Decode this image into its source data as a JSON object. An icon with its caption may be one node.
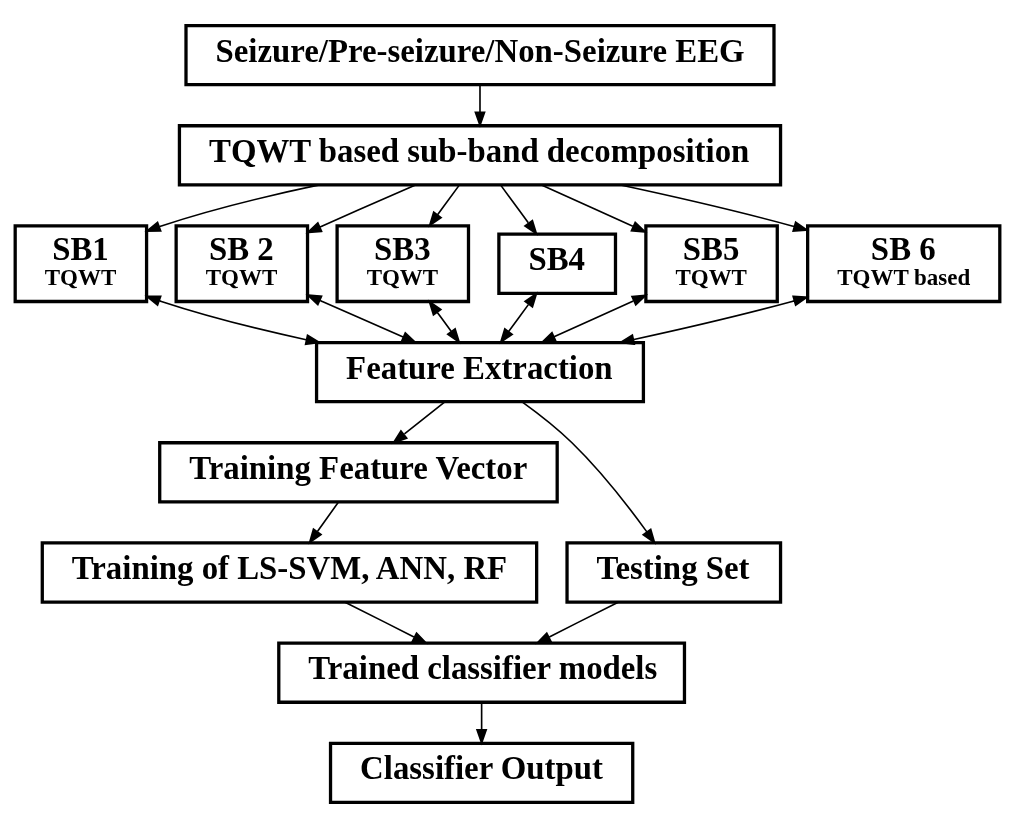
{
  "diagram": {
    "nodes": [
      {
        "text": [
          "Seizure/Pre-seizure/Non-Seizure EEG"
        ]
      },
      {
        "text": [
          "TQWT based sub-band decomposition"
        ]
      },
      {
        "text": [
          "SB1",
          "TQWT"
        ]
      },
      {
        "text": [
          "SB 2",
          "TQWT"
        ]
      },
      {
        "text": [
          "SB3",
          "TQWT"
        ]
      },
      {
        "text": [
          "SB4"
        ]
      },
      {
        "text": [
          "SB5",
          "TQWT"
        ]
      },
      {
        "text": [
          "SB 6",
          "TQWT based"
        ]
      },
      {
        "text": [
          "Feature Extraction"
        ]
      },
      {
        "text": [
          "Training Feature Vector"
        ]
      },
      {
        "text": [
          "Testing Set"
        ]
      },
      {
        "text": [
          "Training of LS-SVM, ANN, RF"
        ]
      },
      {
        "text": [
          "Trained classifier models"
        ]
      },
      {
        "text": [
          "Classifier Output"
        ]
      }
    ],
    "edges": [
      {
        "from": 0,
        "to": 1,
        "arrow": "to"
      },
      {
        "from": 1,
        "to": 2,
        "arrow": "to"
      },
      {
        "from": 1,
        "to": 3,
        "arrow": "to"
      },
      {
        "from": 1,
        "to": 4,
        "arrow": "to"
      },
      {
        "from": 1,
        "to": 5,
        "arrow": "to"
      },
      {
        "from": 1,
        "to": 6,
        "arrow": "to"
      },
      {
        "from": 1,
        "to": 7,
        "arrow": "to"
      },
      {
        "from": 2,
        "to": 8,
        "arrow": "both"
      },
      {
        "from": 3,
        "to": 8,
        "arrow": "both"
      },
      {
        "from": 4,
        "to": 8,
        "arrow": "both"
      },
      {
        "from": 5,
        "to": 8,
        "arrow": "both"
      },
      {
        "from": 6,
        "to": 8,
        "arrow": "both"
      },
      {
        "from": 7,
        "to": 8,
        "arrow": "both"
      },
      {
        "from": 8,
        "to": 9,
        "arrow": "to"
      },
      {
        "from": 8,
        "to": 10,
        "arrow": "to"
      },
      {
        "from": 9,
        "to": 11,
        "arrow": "to"
      },
      {
        "from": 11,
        "to": 12,
        "arrow": "to"
      },
      {
        "from": 10,
        "to": 12,
        "arrow": "to"
      },
      {
        "from": 12,
        "to": 13,
        "arrow": "to"
      }
    ]
  }
}
